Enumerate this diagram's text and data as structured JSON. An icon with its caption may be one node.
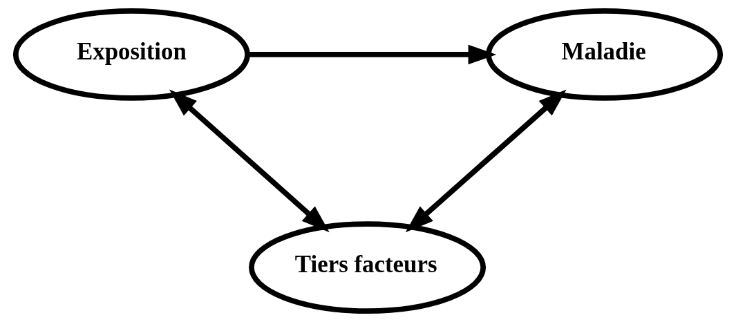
{
  "diagram": {
    "nodes": [
      {
        "text": [
          "Exposition"
        ]
      },
      {
        "text": [
          "Maladie"
        ]
      },
      {
        "text": [
          "Tiers facteurs"
        ]
      }
    ],
    "edges": [
      {
        "from": 0,
        "to": 1,
        "arrow": "to"
      },
      {
        "from": 0,
        "to": 2,
        "arrow": "both"
      },
      {
        "from": 1,
        "to": 2,
        "arrow": "both"
      }
    ]
  }
}
